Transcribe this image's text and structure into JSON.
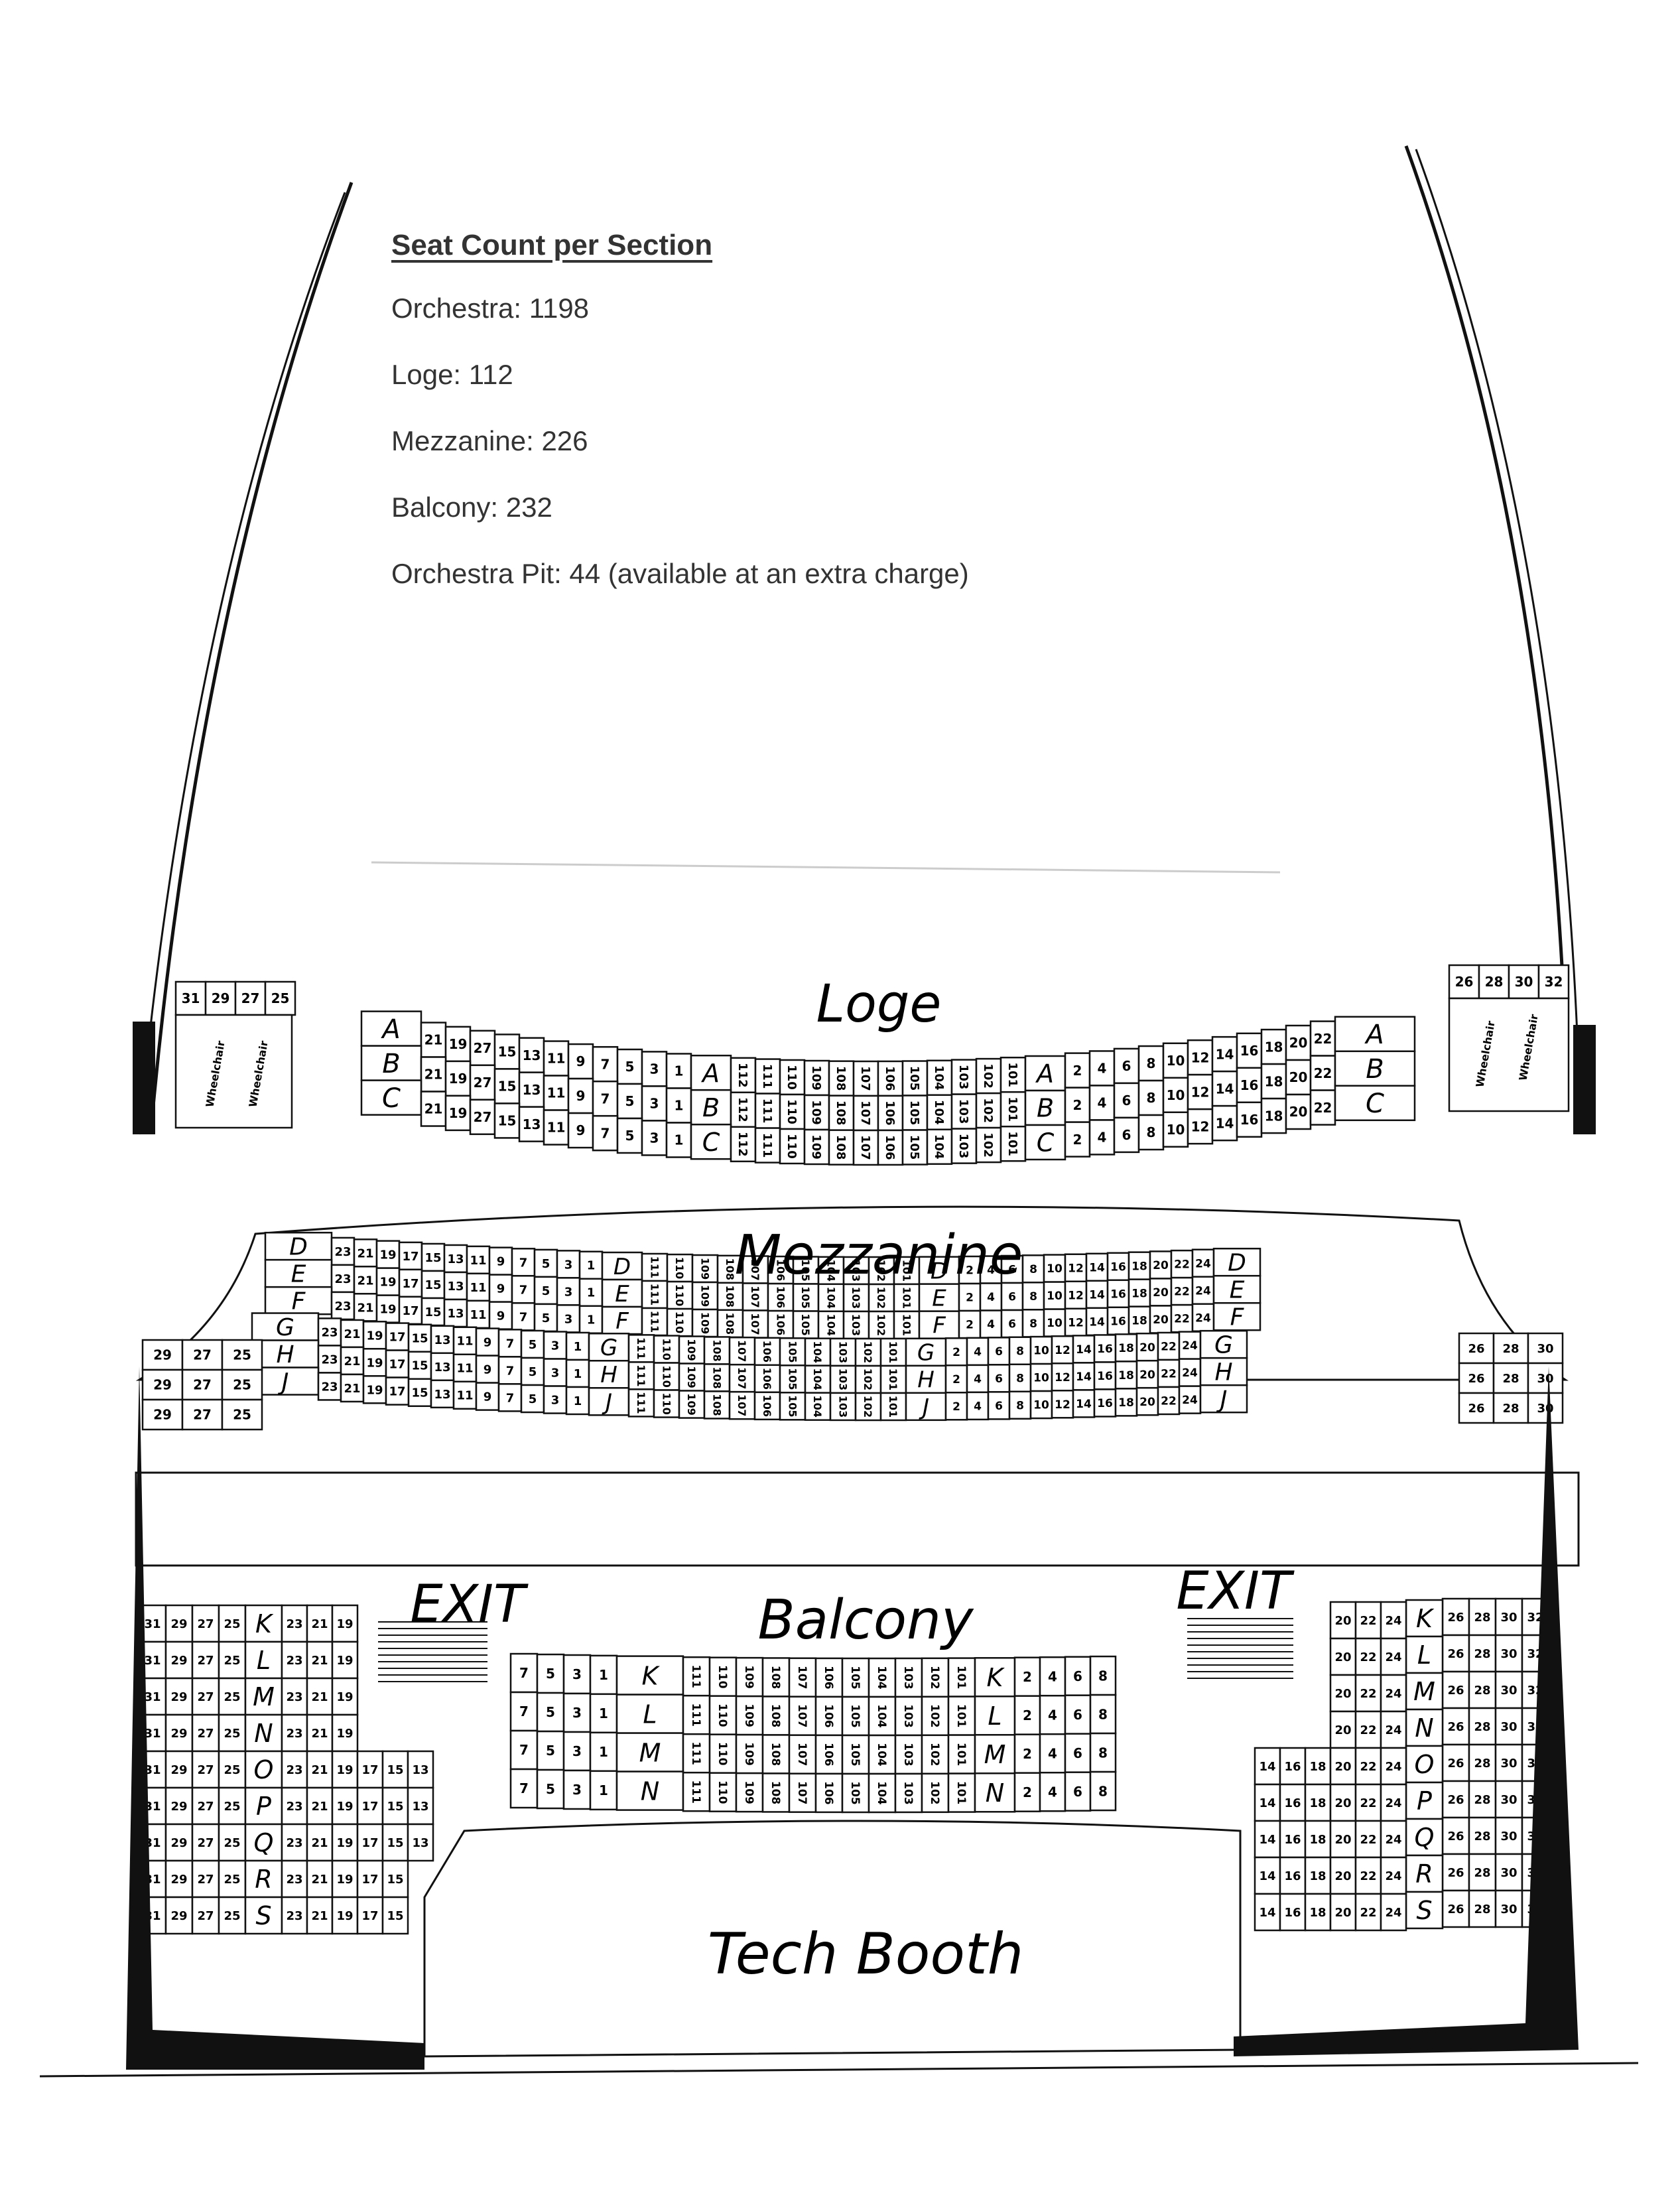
{
  "seat_count": {
    "title": "Seat Count per Section",
    "lines": [
      "Orchestra: 1198",
      "Loge: 112",
      "Mezzanine: 226",
      "Balcony: 232",
      "Orchestra Pit: 44 (available at an extra charge)"
    ]
  },
  "sections": {
    "loge": "Loge",
    "mezzanine": "Mezzanine",
    "balcony": "Balcony",
    "exit_left": "EXIT",
    "exit_right": "EXIT",
    "tech_booth": "Tech Booth",
    "wheelchair": "Wheelchair"
  },
  "loge": {
    "rows": [
      "A",
      "B",
      "C"
    ],
    "outer_left": [
      "31",
      "29",
      "27",
      "25"
    ],
    "outer_right": [
      "26",
      "28",
      "30",
      "32"
    ],
    "odd_seats": [
      "21",
      "19",
      "27",
      "15",
      "13",
      "11",
      "9",
      "7",
      "5",
      "3",
      "1"
    ],
    "center_seats": [
      "112",
      "111",
      "110",
      "109",
      "108",
      "107",
      "106",
      "105",
      "104",
      "103",
      "102",
      "101"
    ],
    "even_seats": [
      "2",
      "4",
      "6",
      "8",
      "10",
      "12",
      "14",
      "16",
      "18",
      "20",
      "22"
    ]
  },
  "mezzanine": {
    "rows": [
      "D",
      "E",
      "F",
      "G",
      "H",
      "J"
    ],
    "left_outer": [
      "29",
      "27",
      "25"
    ],
    "right_outer": [
      "26",
      "28",
      "30"
    ],
    "odd_seats": [
      "23",
      "21",
      "19",
      "17",
      "15",
      "13",
      "11",
      "9",
      "7",
      "5",
      "3",
      "1"
    ],
    "center_seats": [
      "111",
      "110",
      "109",
      "108",
      "107",
      "106",
      "105",
      "104",
      "103",
      "102",
      "101"
    ],
    "even_seats": [
      "2",
      "4",
      "6",
      "8",
      "10",
      "12",
      "14",
      "16",
      "18",
      "20",
      "22",
      "24"
    ]
  },
  "balcony": {
    "side_rows": [
      "K",
      "L",
      "M",
      "N",
      "O",
      "P",
      "Q",
      "R",
      "S"
    ],
    "center_rows": [
      "K",
      "L",
      "M",
      "N"
    ],
    "left_outer": [
      "31",
      "29",
      "27",
      "25"
    ],
    "left_inner": [
      "23",
      "21",
      "19",
      "17",
      "15",
      "13"
    ],
    "right_inner": [
      "14",
      "16",
      "18",
      "20",
      "22",
      "24"
    ],
    "right_outer": [
      "26",
      "28",
      "30",
      "32"
    ],
    "center_odd": [
      "7",
      "5",
      "3",
      "1"
    ],
    "center_seats": [
      "111",
      "110",
      "109",
      "108",
      "107",
      "106",
      "105",
      "104",
      "103",
      "102",
      "101"
    ],
    "center_even": [
      "2",
      "4",
      "6",
      "8"
    ]
  }
}
